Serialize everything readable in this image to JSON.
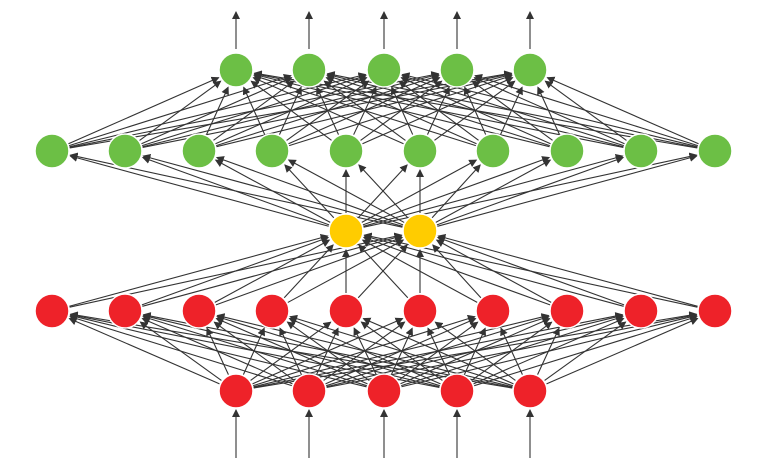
{
  "diagram": {
    "type": "neural-network",
    "connectivity": "fully-connected-between-adjacent-layers",
    "input_arrows": 5,
    "output_arrows": 5,
    "edge_color": "#333333",
    "node_stroke": "#ffffff",
    "layers": [
      {
        "role": "input",
        "nodes": 5,
        "color": "#ee2229"
      },
      {
        "role": "hidden",
        "nodes": 10,
        "color": "#ee2229"
      },
      {
        "role": "code",
        "nodes": 2,
        "color": "#ffcc00"
      },
      {
        "role": "hidden",
        "nodes": 10,
        "color": "#6cbf45"
      },
      {
        "role": "output",
        "nodes": 5,
        "color": "#6cbf45"
      }
    ]
  }
}
